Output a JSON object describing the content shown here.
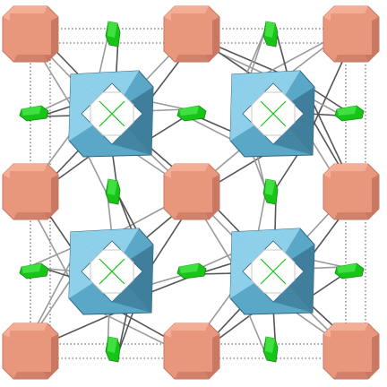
{
  "scene": {
    "colors": {
      "background": "#ffffff",
      "cell_edge": "#222222",
      "bond": "#555555",
      "bond_light": "#9a9a9a",
      "salmon_light": "#f4ae96",
      "salmon_mid": "#e8967c",
      "salmon_dark": "#c97864",
      "blue_light": "#8ed0ea",
      "blue_mid": "#5aa7c8",
      "blue_dark": "#3f7f9c",
      "blue_edge": "#2f6580",
      "inner_white": "#ffffff",
      "green_light": "#40e040",
      "green_mid": "#18c418",
      "green_dark": "#0a8a0a"
    },
    "salmon_polyhedra": [
      {
        "name": "salmon-polyhedron-0-0"
      },
      {
        "name": "salmon-polyhedron-1-0"
      },
      {
        "name": "salmon-polyhedron-2-0"
      },
      {
        "name": "salmon-polyhedron-0-1"
      },
      {
        "name": "salmon-polyhedron-1-1"
      },
      {
        "name": "salmon-polyhedron-2-1"
      },
      {
        "name": "salmon-polyhedron-0-2"
      },
      {
        "name": "salmon-polyhedron-1-2"
      },
      {
        "name": "salmon-polyhedron-2-2"
      }
    ],
    "blue_polyhedra": [
      {
        "name": "blue-polyhedron-top-left"
      },
      {
        "name": "blue-polyhedron-top-right"
      },
      {
        "name": "blue-polyhedron-bottom-left"
      },
      {
        "name": "blue-polyhedron-bottom-right"
      }
    ],
    "green_units": [
      {
        "name": "green-unit-top-left"
      },
      {
        "name": "green-unit-top-right"
      },
      {
        "name": "green-unit-left-upper"
      },
      {
        "name": "green-unit-center-upper"
      },
      {
        "name": "green-unit-right-upper"
      },
      {
        "name": "green-unit-left-mid"
      },
      {
        "name": "green-unit-right-mid"
      },
      {
        "name": "green-unit-left-lower"
      },
      {
        "name": "green-unit-center-lower"
      },
      {
        "name": "green-unit-right-lower"
      },
      {
        "name": "green-unit-bottom-left"
      },
      {
        "name": "green-unit-bottom-right"
      }
    ]
  }
}
